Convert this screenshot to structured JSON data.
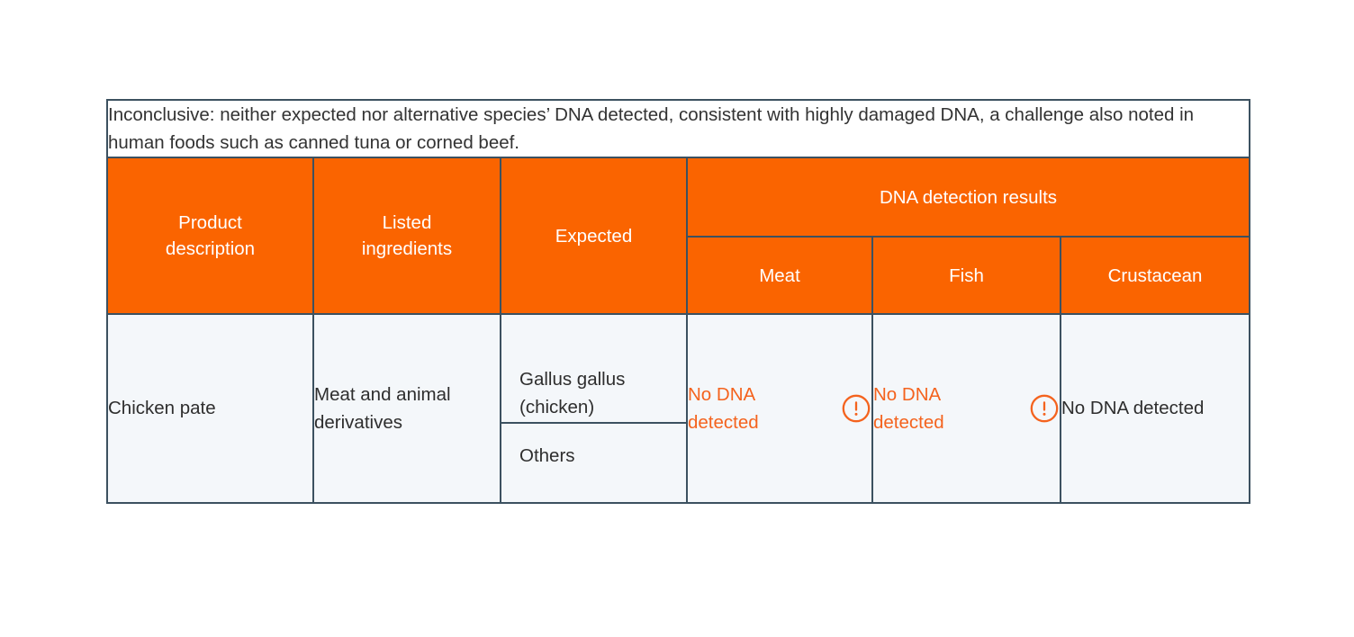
{
  "caption": {
    "text": "Inconclusive: neither expected nor alternative species’ DNA detected, consistent with highly damaged DNA, a challenge also noted in human foods such as canned tuna or corned beef."
  },
  "colors": {
    "header_orange": "#fa6400",
    "header_text": "#ffffff",
    "border": "#3c5160",
    "body_background": "#f4f7fa",
    "body_text": "#2e2e2e",
    "alert_orange": "#f4631e",
    "caption_text": "#333333",
    "page_background": "#ffffff"
  },
  "table": {
    "headers": {
      "product_description": "Product\ndescription",
      "listed_ingredients": "Listed\ningredients",
      "expected": "Expected",
      "dna_detection_results": "DNA detection results",
      "sub": {
        "meat": "Meat",
        "fish": "Fish",
        "crustacean": "Crustacean"
      }
    },
    "rows": [
      {
        "product_description": "Chicken pate",
        "listed_ingredients": "Meat and animal derivatives",
        "expected": [
          "Gallus gallus (chicken)",
          "Others"
        ],
        "results": {
          "meat": {
            "text": "No DNA detected",
            "alert": true,
            "icon": "alert-circle-icon"
          },
          "fish": {
            "text": "No DNA detected",
            "alert": true,
            "icon": "alert-circle-icon"
          },
          "crustacean": {
            "text": "No DNA detected",
            "alert": false,
            "icon": null
          }
        }
      }
    ]
  }
}
